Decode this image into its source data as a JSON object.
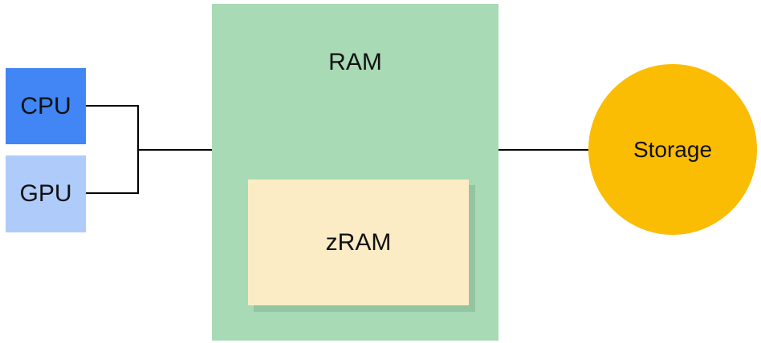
{
  "diagram": {
    "ram": {
      "label": "RAM",
      "color": "#a8dab5"
    },
    "zram": {
      "label": "zRAM",
      "color": "#fcecc5",
      "shadow_color": "#94c5a1"
    },
    "cpu": {
      "label": "CPU",
      "color": "#4285f4"
    },
    "gpu": {
      "label": "GPU",
      "color": "#aecbfa"
    },
    "storage": {
      "label": "Storage",
      "color": "#fbbc04"
    },
    "connector_color": "#000000"
  }
}
